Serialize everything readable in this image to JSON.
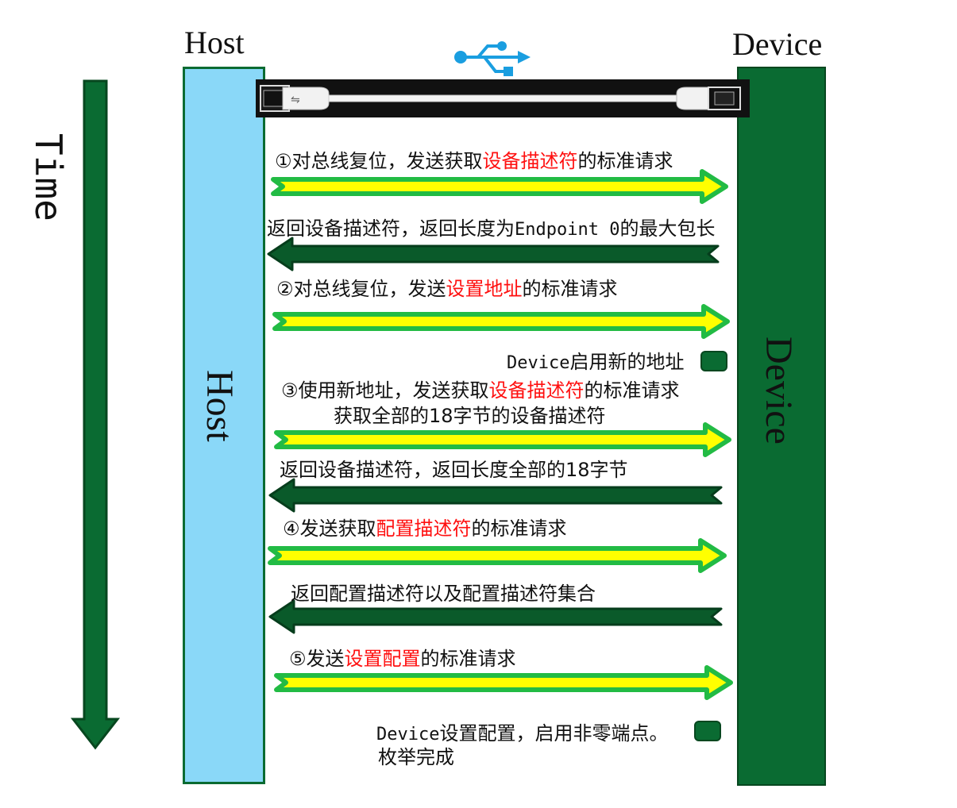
{
  "host": {
    "title": "Host",
    "bar_label": "Host"
  },
  "device": {
    "title": "Device",
    "bar_label": "Device"
  },
  "time_label": "Time",
  "steps": [
    {
      "dir": "right",
      "parts": [
        {
          "t": "①对总线复位，发送获取"
        },
        {
          "t": "设备描述符",
          "hl": true
        },
        {
          "t": "的标准请求"
        }
      ]
    },
    {
      "dir": "left",
      "parts": [
        {
          "t": "返回设备描述符，返回长度为"
        },
        {
          "t": "Endpoint 0",
          "mono": true
        },
        {
          "t": "的最大包长"
        }
      ]
    },
    {
      "dir": "right",
      "parts": [
        {
          "t": "②对总线复位，发送"
        },
        {
          "t": "设置地址",
          "hl": true
        },
        {
          "t": "的标准请求"
        }
      ]
    },
    {
      "dir": "note",
      "parts": [
        {
          "t": "Device",
          "mono": true
        },
        {
          "t": "启用新的地址"
        }
      ]
    },
    {
      "dir": "right",
      "parts": [
        {
          "t": "③使用新地址，发送获取"
        },
        {
          "t": "设备描述符",
          "hl": true
        },
        {
          "t": "的标准请求"
        }
      ]
    },
    {
      "dir": "right-sub",
      "parts": [
        {
          "t": "获取全部的18字节的设备描述符"
        }
      ]
    },
    {
      "dir": "left",
      "parts": [
        {
          "t": "返回设备描述符，返回长度全部的18字节"
        }
      ]
    },
    {
      "dir": "right",
      "parts": [
        {
          "t": "④发送获取"
        },
        {
          "t": "配置描述符",
          "hl": true
        },
        {
          "t": "的标准请求"
        }
      ]
    },
    {
      "dir": "left",
      "parts": [
        {
          "t": "返回配置描述符以及配置描述符集合"
        }
      ]
    },
    {
      "dir": "right",
      "parts": [
        {
          "t": "⑤发送"
        },
        {
          "t": "设置配置",
          "hl": true
        },
        {
          "t": "的标准请求"
        }
      ]
    },
    {
      "dir": "note",
      "parts": [
        {
          "t": "Device",
          "mono": true
        },
        {
          "t": "设置配置，启用非零端点。"
        }
      ]
    },
    {
      "dir": "note2",
      "parts": [
        {
          "t": "枚举完成"
        }
      ]
    }
  ],
  "colors": {
    "host_bar": "#8ad8f8",
    "device_bar": "#0a6b32",
    "time_arrow": "#0a6b32",
    "request_arrow_fill": "#ffff00",
    "request_arrow_border": "#22bb44",
    "response_arrow_fill": "#0a5a2a",
    "highlight_text": "#ff1010",
    "usb_icon": "#1a9ee0"
  },
  "icons": [
    "usb-icon",
    "usb-cable-icon"
  ]
}
